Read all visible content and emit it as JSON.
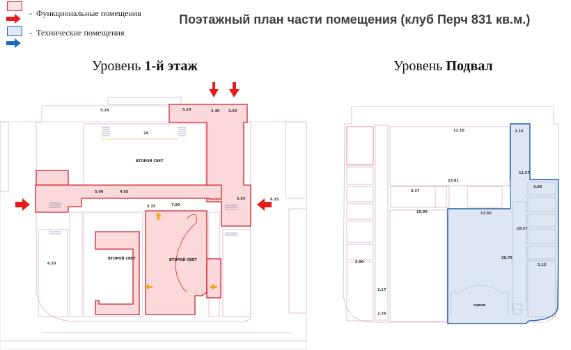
{
  "legend": {
    "items": [
      {
        "label": "Функциональные помещения",
        "fill": "#fde3e3",
        "border": "#d0212a"
      },
      {
        "label": "Технические помещения",
        "fill": "#e2e9f5",
        "border": "#1f5fa8"
      }
    ],
    "dash": "-",
    "arrow_colors": {
      "functional": "#e81c1c",
      "technical": "#1a6cc0"
    }
  },
  "title": "Поэтажный план части помещения (клуб Перч 831 кв.м.)",
  "levels": {
    "first": {
      "prefix": "Уровень",
      "name": "1-й этаж"
    },
    "basement": {
      "prefix": "Уровень",
      "name": "Подвал"
    }
  },
  "first_floor": {
    "room_labels": [
      "ВТОРОЙ СВЕТ",
      "ВТОРОЙ СВЕТ",
      "ВТОРОЙ СВЕТ"
    ],
    "dimensions": [
      "5.24",
      "3.40",
      "3.03",
      "5.24",
      "5.00",
      "4.65",
      "7.90",
      "5.15",
      "5.93",
      "6.10",
      "6.15",
      "24"
    ],
    "entrance_arrow_color": "#e81c1c",
    "functional_fill": "#fbd9da",
    "functional_border": "#c9252c"
  },
  "basement": {
    "room_labels": [
      "сцена"
    ],
    "dimensions": [
      "12.10",
      "23.81",
      "11.65",
      "10.90",
      "9.37",
      "2.14",
      "11.57",
      "5.13",
      "2.17",
      "2.26",
      "5.90",
      "20.75",
      "18.57",
      "3.05"
    ],
    "technical_fill": "#dfe6f3",
    "technical_border": "#1d5ea6"
  }
}
